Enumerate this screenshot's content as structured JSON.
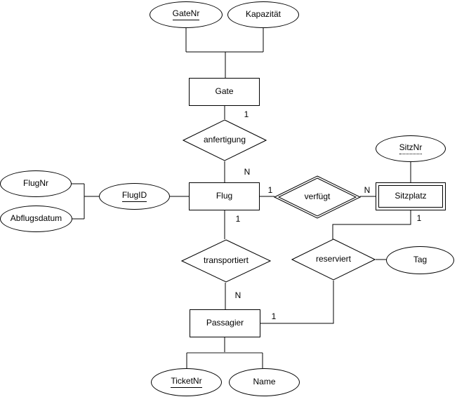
{
  "colors": {
    "canvas_bg": "#ffffff",
    "stroke": "#000000",
    "text": "#000000",
    "bracket_gray": "#8c8c8c"
  },
  "entities": {
    "gate": {
      "label": "Gate",
      "weak": false
    },
    "flug": {
      "label": "Flug",
      "weak": false
    },
    "sitzplatz": {
      "label": "Sitzplatz",
      "weak": true
    },
    "passagier": {
      "label": "Passagier",
      "weak": false
    }
  },
  "relationships": {
    "anfertigung": {
      "label": "anfertigung",
      "weak": false
    },
    "verfuegt": {
      "label": "verfügt",
      "weak": true
    },
    "transportiert": {
      "label": "transportiert",
      "weak": false
    },
    "reserviert": {
      "label": "reserviert",
      "weak": false
    }
  },
  "attributes": {
    "gatenr": {
      "label": "GateNr",
      "key": "primary"
    },
    "kapazitaet": {
      "label": "Kapazität",
      "key": "none"
    },
    "flugnr": {
      "label": "FlugNr",
      "key": "none"
    },
    "abflugsdatum": {
      "label": "Abflugsdatum",
      "key": "none"
    },
    "flugid": {
      "label": "FlugID",
      "key": "primary"
    },
    "sitznr": {
      "label": "SitzNr",
      "key": "partial-dotted"
    },
    "tag": {
      "label": "Tag",
      "key": "none"
    },
    "ticketnr": {
      "label": "TicketNr",
      "key": "primary"
    },
    "name": {
      "label": "Name",
      "key": "none"
    }
  },
  "cardinalities": {
    "gate_anfertigung": "1",
    "anfertigung_flug": "N",
    "flug_verfuegt": "1",
    "verfuegt_sitzplatz": "N",
    "flug_transportiert": "1",
    "transportiert_passagier": "N",
    "passagier_reserviert": "1",
    "sitzplatz_reserviert": "1"
  }
}
